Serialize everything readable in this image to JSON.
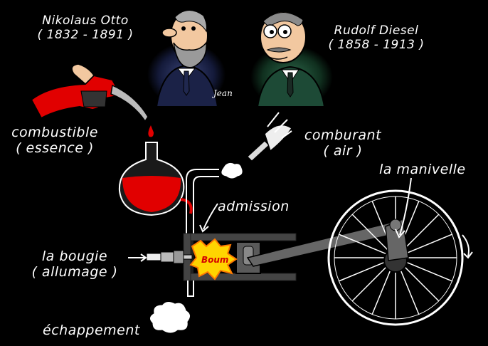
{
  "people": {
    "otto": {
      "name": "Nikolaus  Otto",
      "dates": "( 1832 - 1891 )"
    },
    "diesel": {
      "name": "Rudolf  Diesel",
      "dates": "( 1858 - 1913 )"
    },
    "signature": "Jean"
  },
  "labels": {
    "fuel_line1": "combustible",
    "fuel_line2": "( essence )",
    "oxidizer_line1": "comburant",
    "oxidizer_line2": "( air )",
    "intake": "admission",
    "crank": "la manivelle",
    "plug_line1": "la bougie",
    "plug_line2": "( allumage )",
    "exhaust": "échappement",
    "explosion": "Boum"
  },
  "colors": {
    "background": "#000000",
    "fuel": "#e10000",
    "explosion": "#ffd400",
    "engine": "#4a4a4a",
    "otto_jacket": "#1b2247",
    "diesel_jacket": "#1d4a36"
  },
  "icons": [
    "fuel-nozzle-icon",
    "flask-icon",
    "bellows-icon",
    "spark-plug-icon",
    "wheel-icon",
    "smoke-cloud-icon"
  ]
}
